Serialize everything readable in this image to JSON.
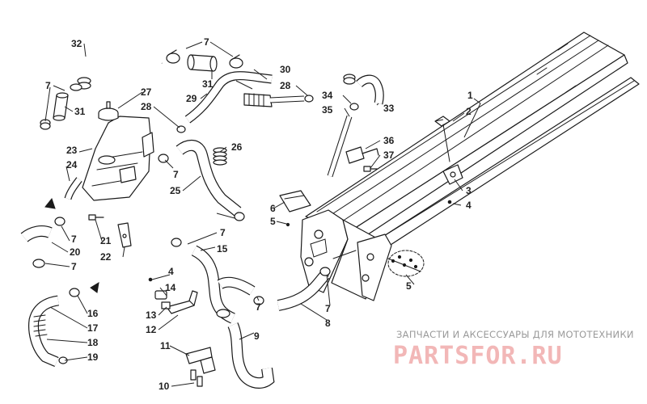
{
  "callouts": {
    "c1": "1",
    "c2": "2",
    "c3": "3",
    "c4a": "4",
    "c4b": "4",
    "c5a": "5",
    "c5b": "5",
    "c6": "6",
    "c7a": "7",
    "c7b": "7",
    "c7c": "7",
    "c7d": "7",
    "c7e": "7",
    "c7f": "7",
    "c7g": "7",
    "c7h": "7",
    "c8": "8",
    "c9": "9",
    "c10": "10",
    "c11": "11",
    "c12": "12",
    "c13": "13",
    "c14": "14",
    "c15": "15",
    "c16": "16",
    "c17": "17",
    "c18": "18",
    "c19": "19",
    "c20": "20",
    "c21": "21",
    "c22": "22",
    "c23": "23",
    "c24": "24",
    "c25": "25",
    "c26": "26",
    "c27": "27",
    "c28a": "28",
    "c28b": "28",
    "c29": "29",
    "c30": "30",
    "c31a": "31",
    "c31b": "31",
    "c32": "32",
    "c33": "33",
    "c34": "34",
    "c35": "35",
    "c36": "36",
    "c37": "37"
  },
  "watermark": {
    "tagline": "ЗАПЧАСТИ И АКСЕССУАРЫ ДЛЯ МОТОТЕХНИКИ",
    "brand": "PARTSFOR.RU"
  },
  "colors": {
    "line": "#1a1a1a",
    "watermark_text": "#9a9a9a",
    "watermark_brand": "#f2b7b7",
    "background": "#ffffff"
  }
}
